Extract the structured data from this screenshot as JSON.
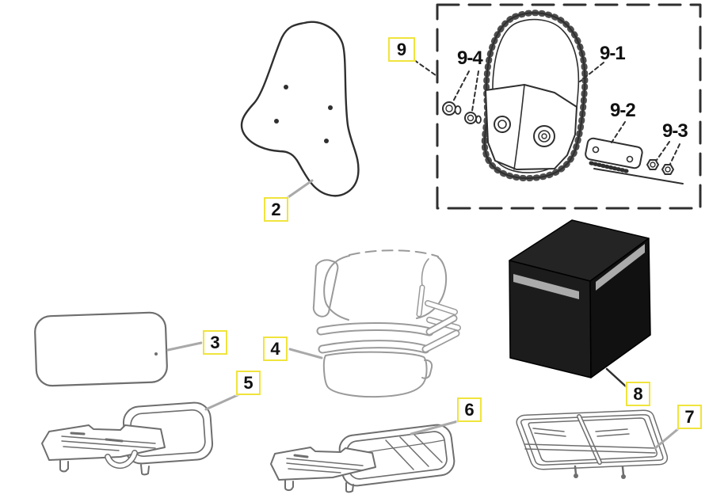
{
  "callouts": {
    "c2": "2",
    "c3": "3",
    "c4": "4",
    "c5": "5",
    "c6": "6",
    "c7": "7",
    "c8": "8",
    "c9": "9",
    "c9_1": "9-1",
    "c9_2": "9-2",
    "c9_3": "9-3",
    "c9_4": "9-4"
  },
  "colors": {
    "background": "#ffffff",
    "label_border": "#f0e43c",
    "label_text": "#111111",
    "line_dark": "#2f2f2f",
    "line_mid": "#6e6e6e",
    "line_light": "#9a9a9a",
    "leader_gray": "#a9a9a9",
    "box_top": "#242424",
    "box_front": "#1c1c1c",
    "box_side": "#111111",
    "box_stripe": "#ababab"
  }
}
